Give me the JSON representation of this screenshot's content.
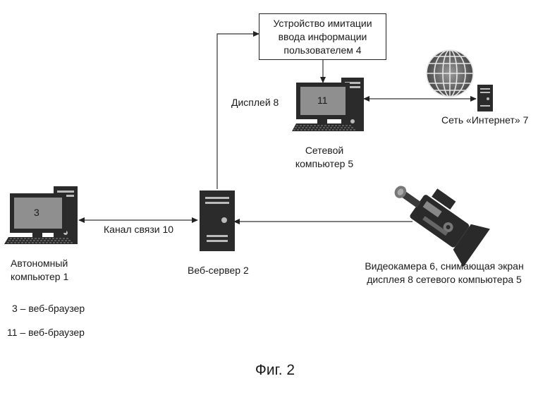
{
  "nodes": {
    "input_device": [
      "Устройство имитации",
      "ввода информации",
      "пользователем 4"
    ],
    "network_computer": [
      "Сетевой",
      "компьютер 5"
    ],
    "internet": "Сеть «Интернет» 7",
    "autonomous_computer": [
      "Автономный",
      "компьютер 1"
    ],
    "web_server": "Веб-сервер 2",
    "camera": [
      "Видеокамера 6, снимающая экран",
      "дисплея 8 сетевого компьютера 5"
    ],
    "autonomous_screen": "3",
    "network_screen": "11"
  },
  "labels": {
    "display": "Дисплей 8",
    "channel": "Канал связи 10"
  },
  "legend": [
    "3 – веб-браузер",
    "11 – веб-браузер"
  ],
  "caption": "Фиг. 2",
  "icons": [
    "globe-icon",
    "server-icon",
    "computer-icon",
    "video-camera-icon"
  ]
}
